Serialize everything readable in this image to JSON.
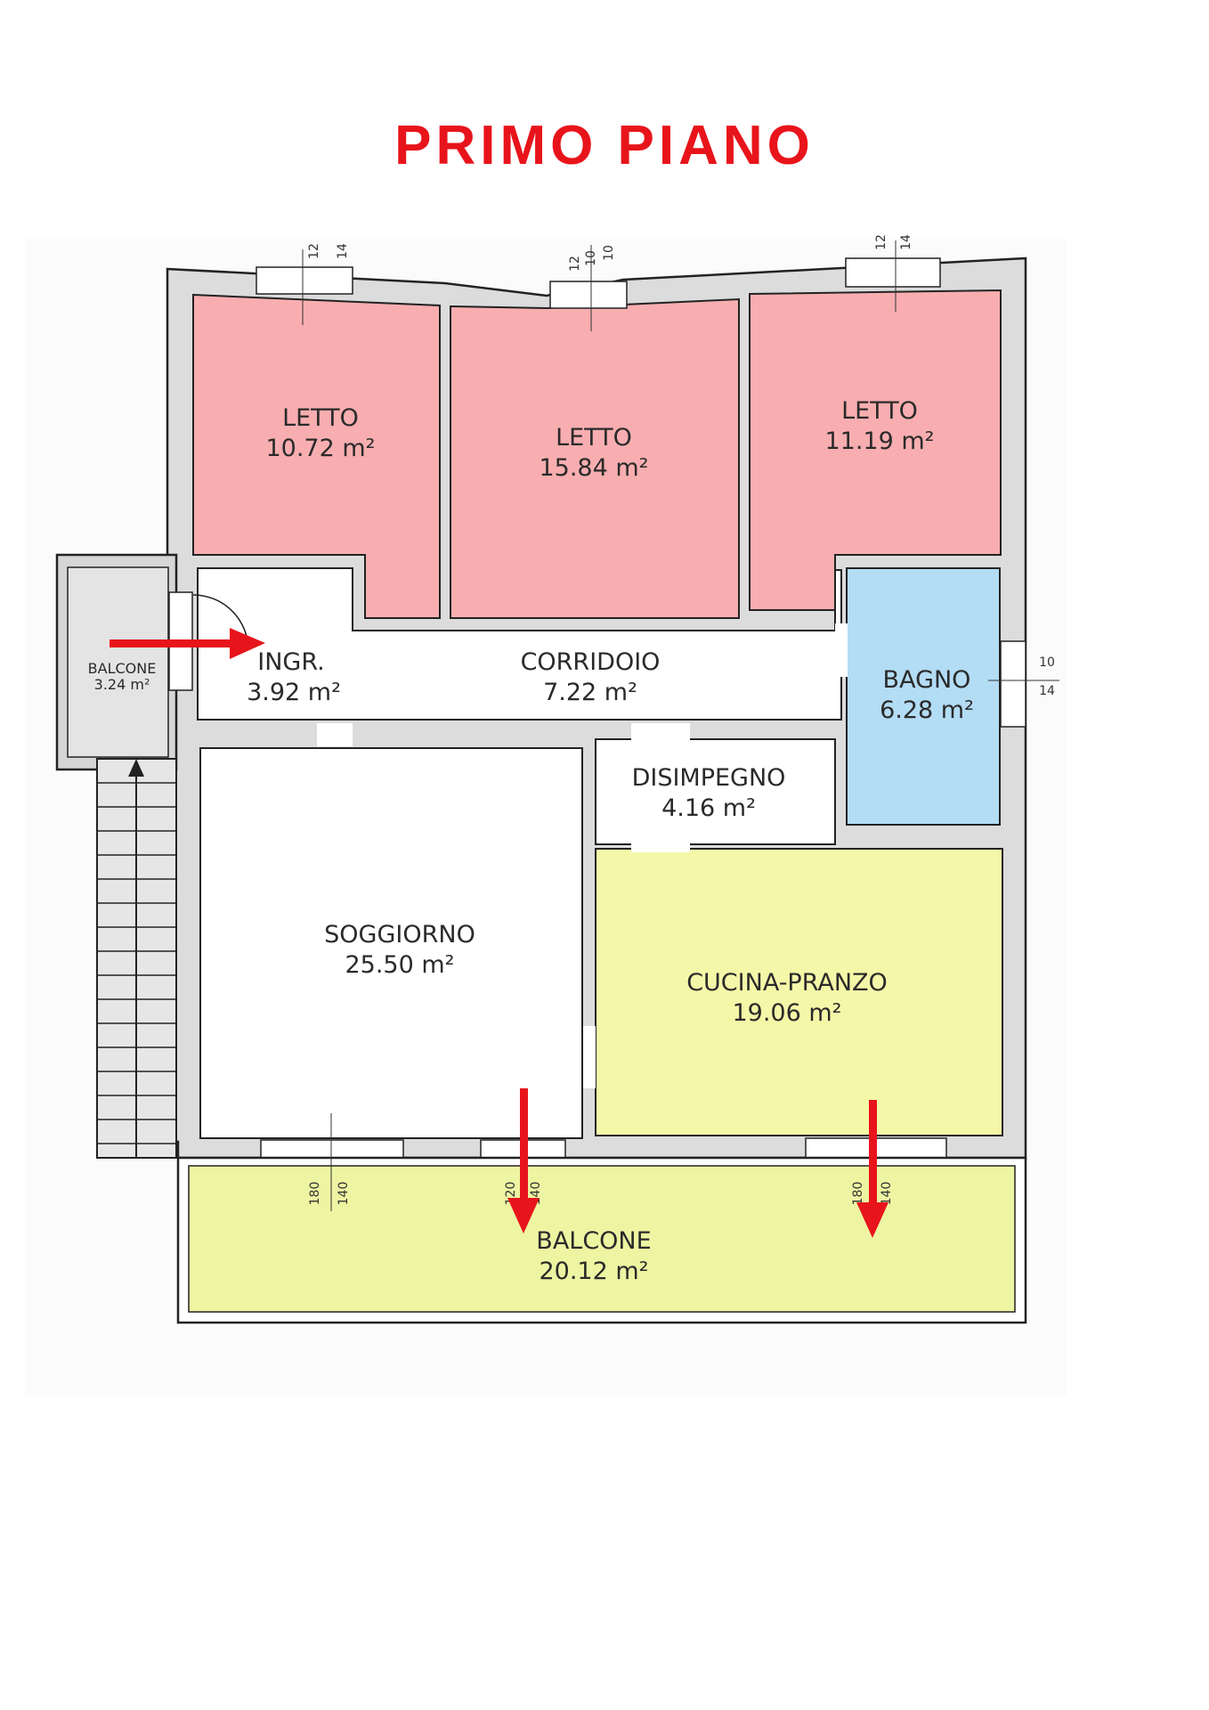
{
  "title": "PRIMO PIANO",
  "unit": "m²",
  "colors": {
    "title": "#e8141b",
    "letto": "#f8aeb0",
    "bagno": "#b3dcf5",
    "cucina": "#f5f7a8",
    "balcone": "#edf5a2",
    "arrow": "#e8141b"
  },
  "rooms": {
    "letto1": {
      "name": "LETTO",
      "area": "10.72 m²"
    },
    "letto2": {
      "name": "LETTO",
      "area": "15.84 m²"
    },
    "letto3": {
      "name": "LETTO",
      "area": "11.19 m²"
    },
    "ingresso": {
      "name": "INGR.",
      "area": "3.92 m²"
    },
    "corridoio": {
      "name": "CORRIDOIO",
      "area": "7.22 m²"
    },
    "bagno": {
      "name": "BAGNO",
      "area": "6.28 m²"
    },
    "disimpegno": {
      "name": "DISIMPEGNO",
      "area": "4.16 m²"
    },
    "soggiorno": {
      "name": "SOGGIORNO",
      "area": "25.50 m²"
    },
    "cucina": {
      "name": "CUCINA-PRANZO",
      "area": "19.06 m²"
    },
    "balcone_grande": {
      "name": "BALCONE",
      "area": "20.12 m²"
    },
    "balcone_piccolo": {
      "name": "BALCONE",
      "area": "3.24 m²"
    }
  },
  "dimensions": {
    "window_bottom_1": [
      "180",
      "140"
    ],
    "window_bottom_2": [
      "120",
      "140"
    ],
    "window_bottom_3": [
      "180",
      "140"
    ],
    "window_bagno": [
      "10",
      "14"
    ],
    "window_top_1": [
      "12",
      "14"
    ],
    "window_top_2": [
      "12",
      "10",
      "10"
    ],
    "window_top_3": [
      "12",
      "14"
    ]
  },
  "icons": [
    "entrance-arrow-icon",
    "exit-arrow-icon",
    "stairs-up-arrow-icon"
  ]
}
